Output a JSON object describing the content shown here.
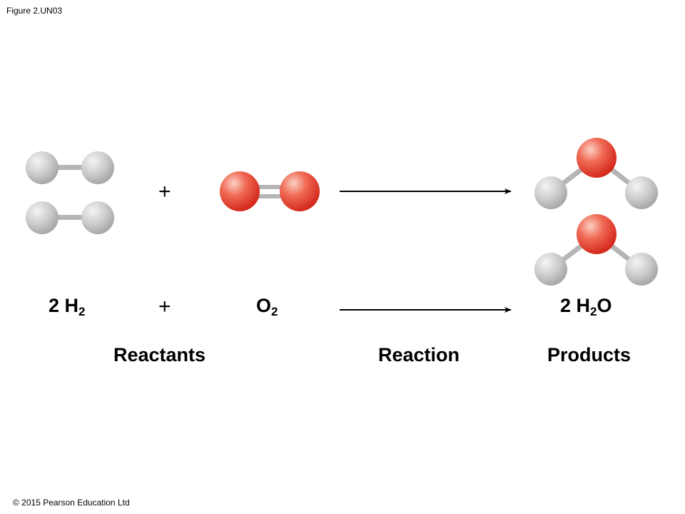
{
  "figure_label": "Figure 2.UN03",
  "copyright": "© 2015 Pearson Education Ltd",
  "equation": {
    "reactant1": {
      "coef": "2 H",
      "sub": "2"
    },
    "plus": "+",
    "reactant2": {
      "el": "O",
      "sub": "2"
    },
    "product": {
      "coef": "2 H",
      "sub": "2",
      "tail": "O"
    }
  },
  "labels": {
    "reactants": "Reactants",
    "reaction": "Reaction",
    "products": "Products"
  },
  "colors": {
    "hydrogen": "#c8c8c8",
    "oxygen": "#e8453a",
    "bond": "#b5b5b5",
    "arrow": "#000000"
  }
}
